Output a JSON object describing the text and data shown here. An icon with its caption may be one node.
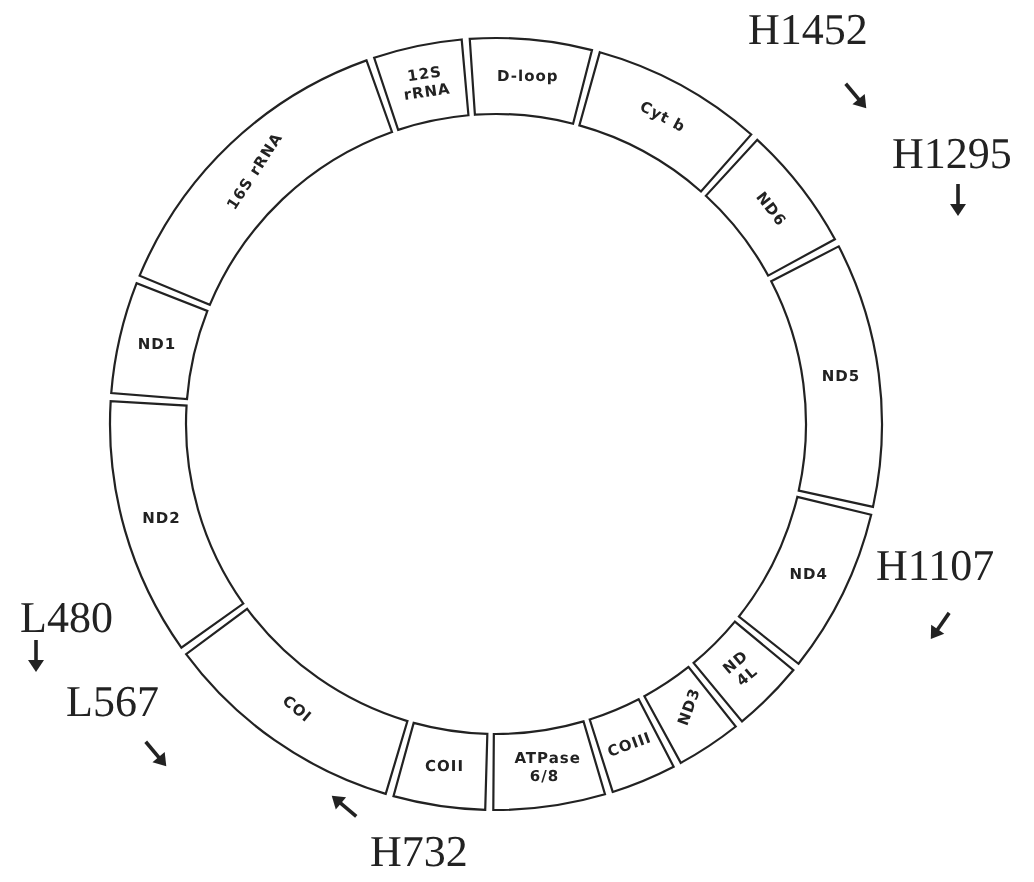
{
  "diagram": {
    "nodes": [
      {
        "text": [
          "D-loop"
        ]
      },
      {
        "text": [
          "Cyt b"
        ]
      },
      {
        "text": [
          "ND6"
        ]
      },
      {
        "text": [
          "ND5"
        ]
      },
      {
        "text": [
          "ND4"
        ]
      },
      {
        "text": [
          "ND 4L"
        ]
      },
      {
        "text": [
          "ND3"
        ]
      },
      {
        "text": [
          "COIII"
        ]
      },
      {
        "text": [
          "ATPase 6/8"
        ]
      },
      {
        "text": [
          "COII"
        ]
      },
      {
        "text": [
          "COI"
        ]
      },
      {
        "text": [
          "ND2"
        ]
      },
      {
        "text": [
          "ND1"
        ]
      },
      {
        "text": [
          "16S rRNA"
        ]
      },
      {
        "text": [
          "12S rRNA"
        ]
      }
    ],
    "labels": [
      "H1452",
      "H1295",
      "L480",
      "H1107",
      "L567",
      "H732"
    ]
  }
}
